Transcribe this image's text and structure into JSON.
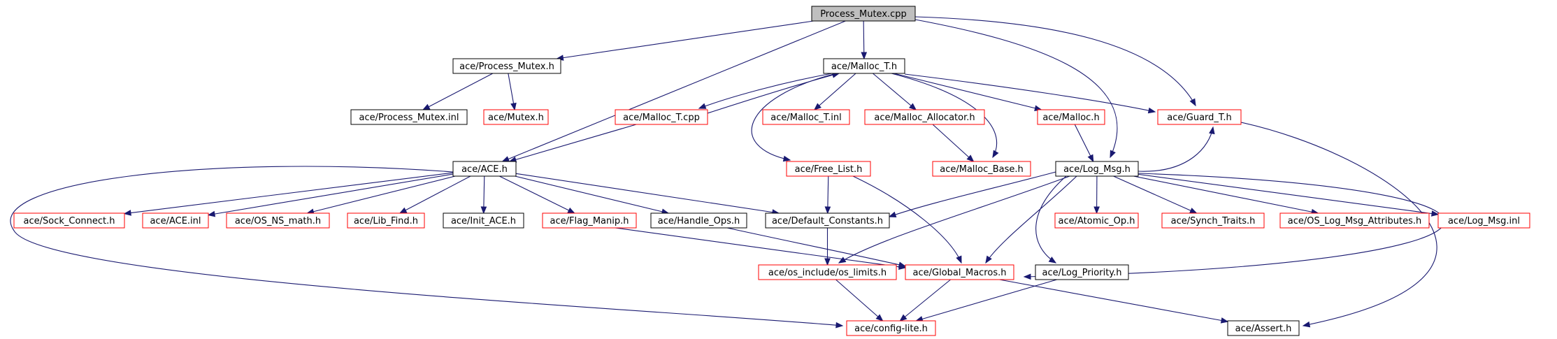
{
  "graph": {
    "colors": {
      "root_fill": "#bfbfbf",
      "root_border": "#000000",
      "plain_border": "#000000",
      "unresolved_border": "#ff0000",
      "edge": "#191970"
    },
    "nodes": [
      {
        "id": "process_mutex_cpp",
        "label": "Process_Mutex.cpp",
        "style": "root"
      },
      {
        "id": "process_mutex_h",
        "label": "ace/Process_Mutex.h",
        "style": "plain"
      },
      {
        "id": "malloc_t_h",
        "label": "ace/Malloc_T.h",
        "style": "plain"
      },
      {
        "id": "process_mutex_inl",
        "label": "ace/Process_Mutex.inl",
        "style": "plain"
      },
      {
        "id": "mutex_h",
        "label": "ace/Mutex.h",
        "style": "red"
      },
      {
        "id": "malloc_t_cpp",
        "label": "ace/Malloc_T.cpp",
        "style": "red"
      },
      {
        "id": "malloc_t_inl",
        "label": "ace/Malloc_T.inl",
        "style": "red"
      },
      {
        "id": "malloc_allocator_h",
        "label": "ace/Malloc_Allocator.h",
        "style": "red"
      },
      {
        "id": "malloc_h",
        "label": "ace/Malloc.h",
        "style": "red"
      },
      {
        "id": "guard_t_h",
        "label": "ace/Guard_T.h",
        "style": "red"
      },
      {
        "id": "ace_h",
        "label": "ace/ACE.h",
        "style": "plain"
      },
      {
        "id": "free_list_h",
        "label": "ace/Free_List.h",
        "style": "red"
      },
      {
        "id": "malloc_base_h",
        "label": "ace/Malloc_Base.h",
        "style": "red"
      },
      {
        "id": "log_msg_h",
        "label": "ace/Log_Msg.h",
        "style": "plain"
      },
      {
        "id": "sock_connect_h",
        "label": "ace/Sock_Connect.h",
        "style": "red"
      },
      {
        "id": "ace_inl",
        "label": "ace/ACE.inl",
        "style": "red"
      },
      {
        "id": "os_ns_math_h",
        "label": "ace/OS_NS_math.h",
        "style": "red"
      },
      {
        "id": "lib_find_h",
        "label": "ace/Lib_Find.h",
        "style": "red"
      },
      {
        "id": "init_ace_h",
        "label": "ace/Init_ACE.h",
        "style": "plain"
      },
      {
        "id": "flag_manip_h",
        "label": "ace/Flag_Manip.h",
        "style": "red"
      },
      {
        "id": "handle_ops_h",
        "label": "ace/Handle_Ops.h",
        "style": "plain"
      },
      {
        "id": "default_constants_h",
        "label": "ace/Default_Constants.h",
        "style": "plain"
      },
      {
        "id": "atomic_op_h",
        "label": "ace/Atomic_Op.h",
        "style": "red"
      },
      {
        "id": "synch_traits_h",
        "label": "ace/Synch_Traits.h",
        "style": "red"
      },
      {
        "id": "os_log_msg_attributes_h",
        "label": "ace/OS_Log_Msg_Attributes.h",
        "style": "red"
      },
      {
        "id": "log_msg_inl",
        "label": "ace/Log_Msg.inl",
        "style": "red"
      },
      {
        "id": "os_limits_h",
        "label": "ace/os_include/os_limits.h",
        "style": "red"
      },
      {
        "id": "global_macros_h",
        "label": "ace/Global_Macros.h",
        "style": "red"
      },
      {
        "id": "log_priority_h",
        "label": "ace/Log_Priority.h",
        "style": "plain"
      },
      {
        "id": "config_lite_h",
        "label": "ace/config-lite.h",
        "style": "red"
      },
      {
        "id": "assert_h",
        "label": "ace/Assert.h",
        "style": "plain"
      }
    ],
    "edges": [
      [
        "process_mutex_cpp",
        "process_mutex_h"
      ],
      [
        "process_mutex_cpp",
        "malloc_t_h"
      ],
      [
        "process_mutex_cpp",
        "ace_h"
      ],
      [
        "process_mutex_cpp",
        "guard_t_h"
      ],
      [
        "process_mutex_cpp",
        "log_msg_h"
      ],
      [
        "process_mutex_h",
        "process_mutex_inl"
      ],
      [
        "process_mutex_h",
        "mutex_h"
      ],
      [
        "malloc_t_h",
        "malloc_t_cpp"
      ],
      [
        "malloc_t_cpp",
        "malloc_t_h"
      ],
      [
        "malloc_t_h",
        "malloc_t_inl"
      ],
      [
        "malloc_t_h",
        "malloc_allocator_h"
      ],
      [
        "malloc_t_h",
        "malloc_h"
      ],
      [
        "malloc_t_h",
        "guard_t_h"
      ],
      [
        "malloc_t_h",
        "free_list_h"
      ],
      [
        "malloc_t_h",
        "malloc_base_h"
      ],
      [
        "malloc_t_cpp",
        "ace_h"
      ],
      [
        "malloc_allocator_h",
        "malloc_base_h"
      ],
      [
        "malloc_h",
        "log_msg_h"
      ],
      [
        "guard_t_h",
        "assert_h"
      ],
      [
        "ace_h",
        "sock_connect_h"
      ],
      [
        "ace_h",
        "ace_inl"
      ],
      [
        "ace_h",
        "os_ns_math_h"
      ],
      [
        "ace_h",
        "lib_find_h"
      ],
      [
        "ace_h",
        "init_ace_h"
      ],
      [
        "ace_h",
        "flag_manip_h"
      ],
      [
        "ace_h",
        "handle_ops_h"
      ],
      [
        "ace_h",
        "default_constants_h"
      ],
      [
        "ace_h",
        "config_lite_h"
      ],
      [
        "free_list_h",
        "default_constants_h"
      ],
      [
        "free_list_h",
        "global_macros_h"
      ],
      [
        "log_msg_h",
        "default_constants_h"
      ],
      [
        "log_msg_h",
        "atomic_op_h"
      ],
      [
        "log_msg_h",
        "synch_traits_h"
      ],
      [
        "log_msg_h",
        "os_log_msg_attributes_h"
      ],
      [
        "log_msg_h",
        "log_msg_inl"
      ],
      [
        "log_msg_h",
        "os_limits_h"
      ],
      [
        "log_msg_h",
        "global_macros_h"
      ],
      [
        "log_msg_h",
        "log_priority_h"
      ],
      [
        "log_msg_h",
        "config_lite_h"
      ],
      [
        "log_msg_h",
        "guard_t_h"
      ],
      [
        "flag_manip_h",
        "global_macros_h"
      ],
      [
        "handle_ops_h",
        "global_macros_h"
      ],
      [
        "default_constants_h",
        "os_limits_h"
      ],
      [
        "os_limits_h",
        "config_lite_h"
      ],
      [
        "global_macros_h",
        "config_lite_h"
      ],
      [
        "global_macros_h",
        "assert_h"
      ],
      [
        "log_priority_h",
        "config_lite_h"
      ]
    ]
  }
}
